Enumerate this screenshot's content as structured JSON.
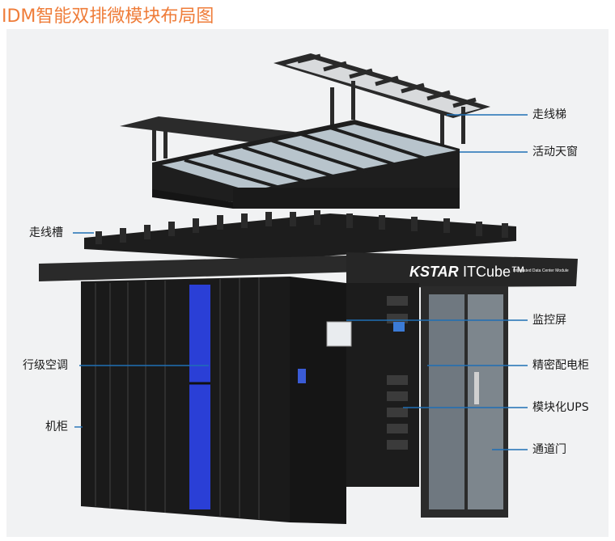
{
  "title": "IDM智能双排微模块布局图",
  "brand": {
    "logo_text": "KSTAR",
    "product_text": "ITCube™",
    "product_sub": "Integrated Data Center Module"
  },
  "labels": {
    "cable_ladder": "走线梯",
    "skylight": "活动天窗",
    "cable_trough": "走线槽",
    "row_ac": "行级空调",
    "cabinet": "机柜",
    "monitor_screen": "监控屏",
    "precision_pdu": "精密配电柜",
    "modular_ups": "模块化UPS",
    "aisle_door": "通道门"
  },
  "colors": {
    "title": "#ef7d3a",
    "panel": "#f1f2f3",
    "leader_line": "#1f6fb5",
    "cabinet": "#1b1b1b",
    "ac_blue": "#2a3fd6"
  }
}
